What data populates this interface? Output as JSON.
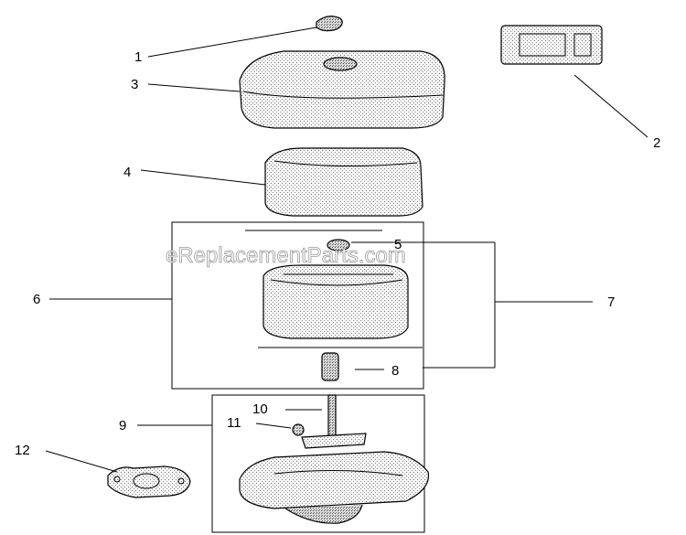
{
  "watermark": "eReplacementParts.com",
  "callouts": {
    "c1": "1",
    "c2": "2",
    "c3": "3",
    "c4": "4",
    "c5": "5",
    "c6": "6",
    "c7": "7",
    "c8": "8",
    "c9": "9",
    "c10": "10",
    "c11": "11",
    "c12": "12"
  },
  "colors": {
    "line": "#000000",
    "stipple": "#6f6f6f",
    "part_fill": "#f4f4f4"
  }
}
